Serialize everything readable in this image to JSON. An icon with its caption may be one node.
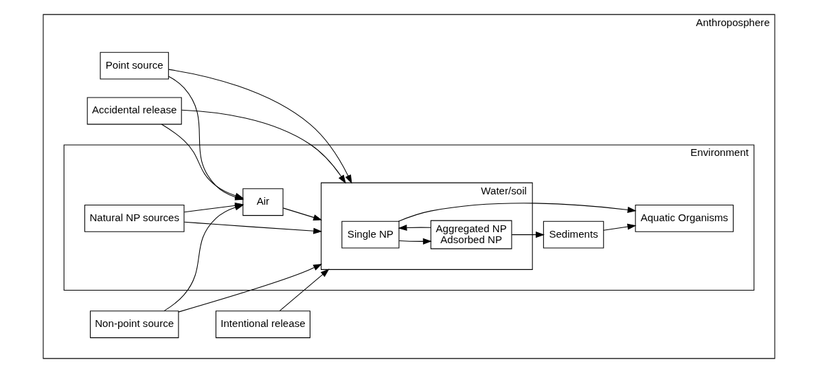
{
  "diagram": {
    "nodes": [
      {
        "text": [
          "Anthroposphere"
        ]
      },
      {
        "text": [
          "Environment"
        ],
        "in": 0
      },
      {
        "text": [
          "Natural NP sources"
        ],
        "in": 1
      },
      {
        "text": [
          "Air"
        ],
        "in": 1
      },
      {
        "text": [
          "Water/soil"
        ],
        "in": 1
      },
      {
        "text": [
          "Single NP"
        ],
        "in": 4
      },
      {
        "text": [
          "Aggregated NP",
          "Adsorbed NP"
        ],
        "in": 4
      },
      {
        "text": [
          "Aquatic Organisms"
        ],
        "in": 1
      },
      {
        "text": [
          "Sediments"
        ],
        "in": 1
      },
      {
        "text": [
          "Point source"
        ],
        "in": 0
      },
      {
        "text": [
          "Accidental release"
        ],
        "in": 0
      },
      {
        "text": [
          "Non-point source"
        ],
        "in": 0
      },
      {
        "text": [
          "Intentional release"
        ],
        "in": 0
      }
    ],
    "edges": [
      {
        "from": 2,
        "to": 3,
        "arrow": "to"
      },
      {
        "from": 2,
        "to": 4,
        "arrow": "to"
      },
      {
        "from": 3,
        "to": 4,
        "arrow": "to"
      },
      {
        "from": 9,
        "to": 3,
        "arrow": "to"
      },
      {
        "from": 9,
        "to": 4,
        "arrow": "to"
      },
      {
        "from": 10,
        "to": 3,
        "arrow": "to"
      },
      {
        "from": 10,
        "to": 4,
        "arrow": "to"
      },
      {
        "from": 11,
        "to": 3,
        "arrow": "to"
      },
      {
        "from": 11,
        "to": 4,
        "arrow": "to"
      },
      {
        "from": 12,
        "to": 4,
        "arrow": "to"
      },
      {
        "from": 5,
        "to": 7,
        "arrow": "to"
      },
      {
        "from": 5,
        "to": 6,
        "arrow": "to"
      },
      {
        "from": 6,
        "to": 5,
        "arrow": "to"
      },
      {
        "from": 6,
        "to": 8,
        "arrow": "to"
      },
      {
        "from": 8,
        "to": 7,
        "arrow": "to"
      }
    ]
  }
}
